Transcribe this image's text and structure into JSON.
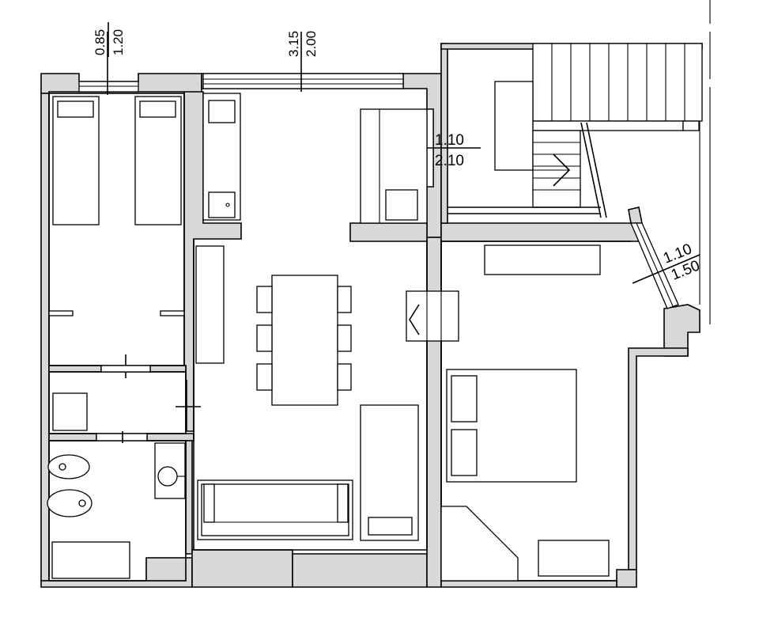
{
  "plan": {
    "dimensions": {
      "window_bedroom_left": {
        "width": "0.85",
        "height": "1.20"
      },
      "window_living": {
        "width": "3.15",
        "height": "2.00"
      },
      "window_kitchen": {
        "width": "1.10",
        "height": "2.10"
      },
      "window_bedroom_right": {
        "width": "1.10",
        "height": "1.50"
      }
    }
  }
}
